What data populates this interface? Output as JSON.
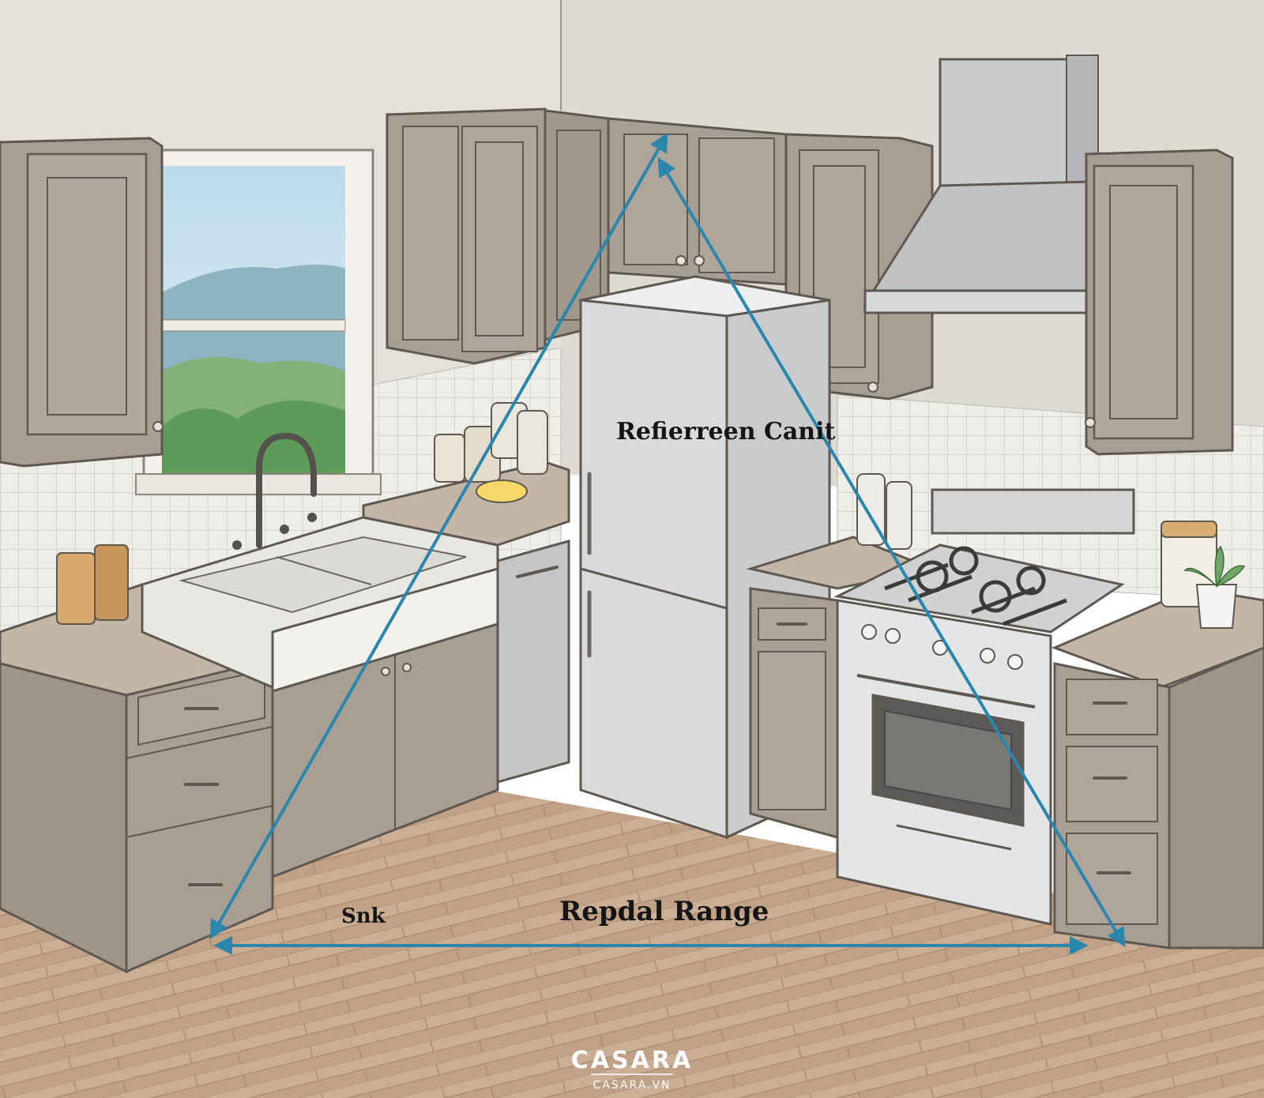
{
  "labels": {
    "refrigerator": "Refierreen Canit",
    "sink": "Snk",
    "range": "Repdal Range"
  },
  "watermark": {
    "brand": "CASARA",
    "url": "CASARA.VN"
  },
  "colors": {
    "triangle": "#2a86ad",
    "wall": "#e5e2dc",
    "cabinet": "#a79c91",
    "countertop": "#c4b6a7",
    "floor": "#c9ac92",
    "appliance": "#d7d9db",
    "tile": "#eeece7"
  }
}
